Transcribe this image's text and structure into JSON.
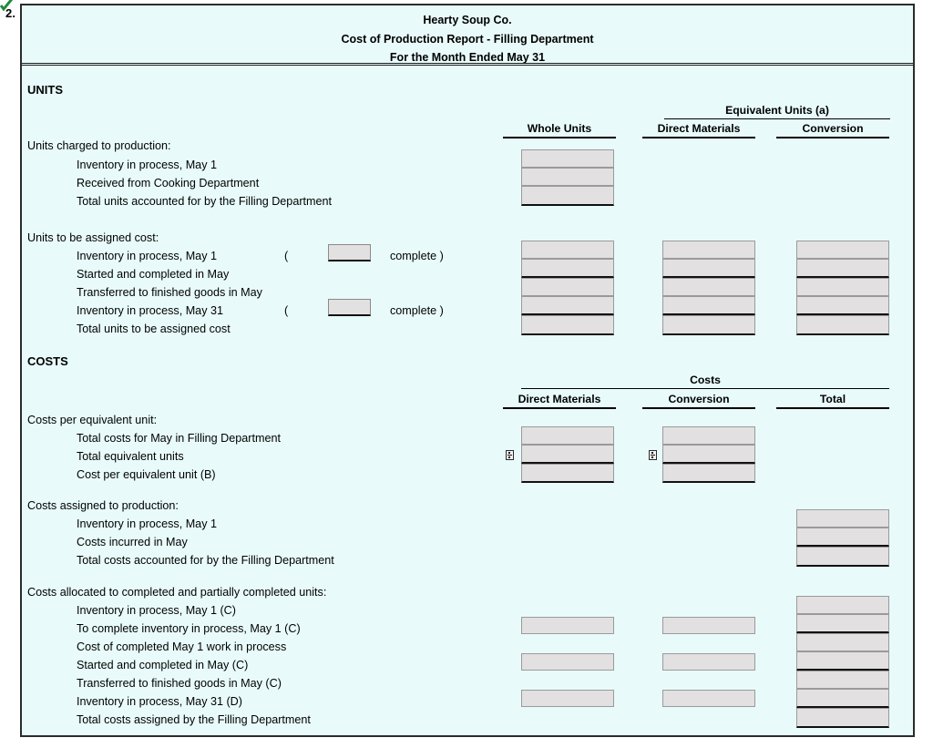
{
  "question_number": "2.",
  "colors": {
    "sheet_bg": "#e8fbfa",
    "cell_fill": "#e2e0e0",
    "cell_border": "#9a9a9a",
    "rule": "#111111",
    "check_green": "#1f8a3b"
  },
  "header": {
    "company": "Hearty Soup Co.",
    "report_title": "Cost of Production Report - Filling Department",
    "period": "For the Month Ended May 31"
  },
  "units": {
    "section_label": "UNITS",
    "group_header": "Equivalent Units (a)",
    "columns": [
      "Whole Units",
      "Direct Materials",
      "Conversion"
    ],
    "charged_header": "Units charged to production:",
    "charged_rows": [
      "Inventory in process, May 1",
      "Received from Cooking Department",
      "Total units accounted for by the Filling Department"
    ],
    "assigned_header": "Units to be assigned cost:",
    "assigned_rows": [
      "Inventory in process, May 1",
      "Started and completed in May",
      "Transferred to finished goods in May",
      "Inventory in process, May 31",
      "Total units to be assigned cost"
    ],
    "paren_open": "(",
    "complete_label": "complete )",
    "pct_values": [
      "",
      ""
    ]
  },
  "costs": {
    "section_label": "COSTS",
    "group_header": "Costs",
    "columns": [
      "Direct Materials",
      "Conversion",
      "Total"
    ],
    "per_unit_header": "Costs per equivalent unit:",
    "per_unit_rows": [
      "Total costs for May in Filling Department",
      "Total equivalent units",
      "Cost per equivalent unit  (B)"
    ],
    "assigned_header": "Costs assigned to production:",
    "assigned_rows": [
      "Inventory in process, May 1",
      "Costs incurred in May",
      "Total costs accounted for by the Filling Department"
    ],
    "allocated_header": "Costs allocated to completed and partially completed units:",
    "allocated_rows": [
      "Inventory in process, May 1  (C)",
      "To complete inventory in process, May 1  (C)",
      "Cost of completed May 1 work in process",
      "Started and completed in May  (C)",
      "Transferred to finished goods in May  (C)",
      "Inventory in process, May 31  (D)",
      "Total costs assigned by the Filling Department"
    ]
  }
}
